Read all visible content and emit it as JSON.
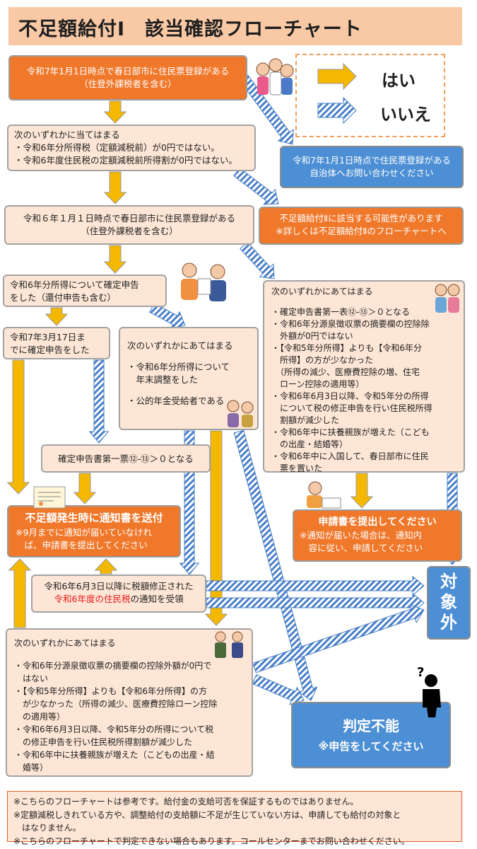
{
  "title": "不足額給付Ⅰ　該当確認フローチャート",
  "legend": {
    "yes": "はい",
    "no": "いいえ"
  },
  "colors": {
    "yes_arrow": "#f5b800",
    "no_arrow": "#4a80c8",
    "orange": "#f0782b",
    "peach": "#fde6d6",
    "blue": "#4d8fd4",
    "red_text": "#e8191b"
  },
  "boxes": {
    "b1": [
      "令和7年1月1日時点で春日部市に住民票登録がある",
      "（住登外課税者を含む）"
    ],
    "b2": [
      "次のいずれかに当てはまる",
      "・令和6年分所得税（定額減税前）が0円ではない。",
      "・令和6年度住民税の定額減税前所得割が0円ではない。"
    ],
    "b3": [
      "令和7年1月1日時点で住民票登録がある",
      "自治体へお問い合わせください"
    ],
    "b4": [
      "令和６年１月１日時点で春日部市に住民票登録がある",
      "（住登外課税者を含む）"
    ],
    "b5": [
      "不足額給付Ⅱに該当する可能性があります",
      "※詳しくは不足額給付Ⅱのフローチャートへ"
    ],
    "b6": [
      "令和6年分所得について確定申告",
      "をした（還付申告も含む）"
    ],
    "b7": [
      "令和7年3月17日ま",
      "でに確定申告をした"
    ],
    "b8": [
      "次のいずれかにあてはまる",
      "・令和6年分所得について",
      "　年末調整をした",
      "・公的年金受給者である"
    ],
    "b9": [
      "次のいずれかにあてはまる",
      "・確定申告書第一表⑫-⑬＞０となる",
      "・令和6年分源泉徴収票の摘要欄の控除除",
      "　外額が0円ではない",
      "・【令和5年分所得】よりも【令和6年分",
      "　所得】の方が少なかった",
      "　（所得の減少、医療費控除の増、住宅",
      "　ローン控除の適用等）",
      "・令和6年6月3日以降、令和5年分の所得",
      "　について税の修正申告を行い住民税所得",
      "　割額が減少した",
      "・令和6年中に扶養親族が増えた（こども",
      "　の出産・結婚等）",
      "・令和6年中に入国して、春日部市に住民",
      "　票を置いた"
    ],
    "b10": "確定申告書第一票⑫-⑬＞０となる",
    "b11": [
      "不足額発生時に通知書を送付",
      "※9月までに通知が届いていなけれ",
      "　ば、申請書を提出してください"
    ],
    "b12": [
      "申請書を提出してください",
      "※通知が届いた場合は、通知内",
      "　容に従い、申請してください"
    ],
    "b13": {
      "line1": "令和6年6月3日以降に税額修正された",
      "line2_red": "令和6年度の住民税",
      "line2_rest": "の通知を受領"
    },
    "b14": [
      "次のいずれかにあてはまる",
      "・令和6年分源泉徴収票の摘要欄の控除外額が0円で",
      "　はない",
      "・【令和5年分所得】よりも【令和6年分所得】の方",
      "　が少なかった（所得の減少、医療費控除ローン控除",
      "　の適用等）",
      "・令和6年6月3日以降、令和5年分の所得について税",
      "　の修正申告を行い住民税所得割額が減少した",
      "・令和6年中に扶養親族が増えた（こどもの出産・結",
      "　婚等）"
    ],
    "b15": [
      "対",
      "象",
      "外"
    ],
    "b16": [
      "判定不能",
      "※申告をしてください"
    ]
  },
  "notes": [
    "※こちらのフローチャートは参考です。給付金の支給可否を保証するものではありません。",
    "※定額減税しきれている方や、調整給付の支給額に不足が生じていない方は、申請しても給付の対象と",
    "　はなりません。",
    "※こちらのフローチャートで判定できない場合もあります。コールセンターまでお問い合わせください。"
  ]
}
